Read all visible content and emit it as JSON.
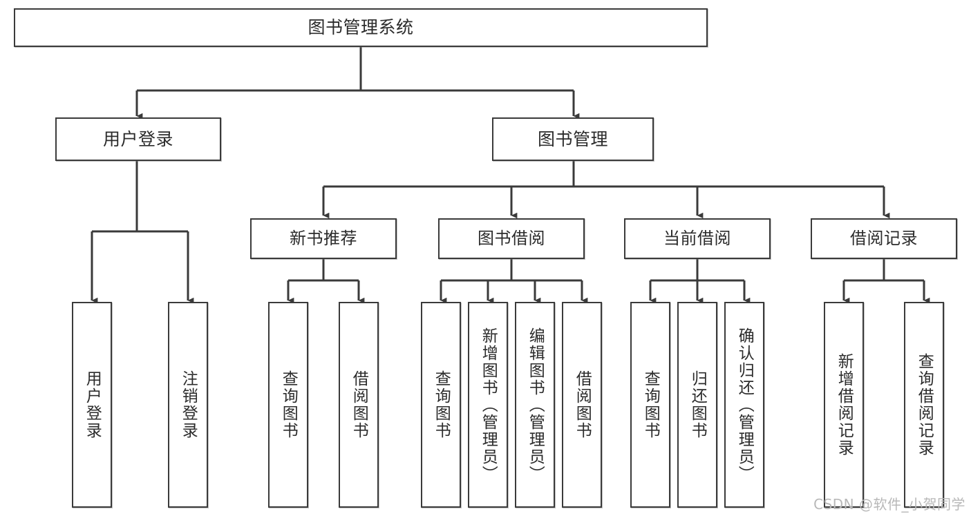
{
  "diagram": {
    "title": "图书管理系统",
    "watermark": "CSDN @软件_小贺同学",
    "colors": {
      "background": "#ffffff",
      "box_border": "#3a3a3a",
      "box_fill": "#ffffff",
      "text": "#2b2b2b",
      "connector": "#3a3a3a",
      "watermark": "#b8b8b8"
    },
    "root": {
      "label": "图书管理系统"
    },
    "level2": [
      {
        "label": "用户登录"
      },
      {
        "label": "图书管理"
      }
    ],
    "level3": [
      {
        "label": "新书推荐"
      },
      {
        "label": "图书借阅"
      },
      {
        "label": "当前借阅"
      },
      {
        "label": "借阅记录"
      }
    ],
    "leaves": {
      "user_login": [
        {
          "label": "用户登录"
        },
        {
          "label": "注销登录"
        }
      ],
      "new_book_recommend": [
        {
          "label": "查询图书"
        },
        {
          "label": "借阅图书"
        }
      ],
      "book_borrow": [
        {
          "label": "查询图书"
        },
        {
          "label": "新增图书（管理员）"
        },
        {
          "label": "编辑图书（管理员）"
        },
        {
          "label": "借阅图书"
        }
      ],
      "current_borrow": [
        {
          "label": "查询图书"
        },
        {
          "label": "归还图书"
        },
        {
          "label": "确认归还（管理员）"
        }
      ],
      "borrow_records": [
        {
          "label": "新增借阅记录"
        },
        {
          "label": "查询借阅记录"
        }
      ]
    }
  }
}
